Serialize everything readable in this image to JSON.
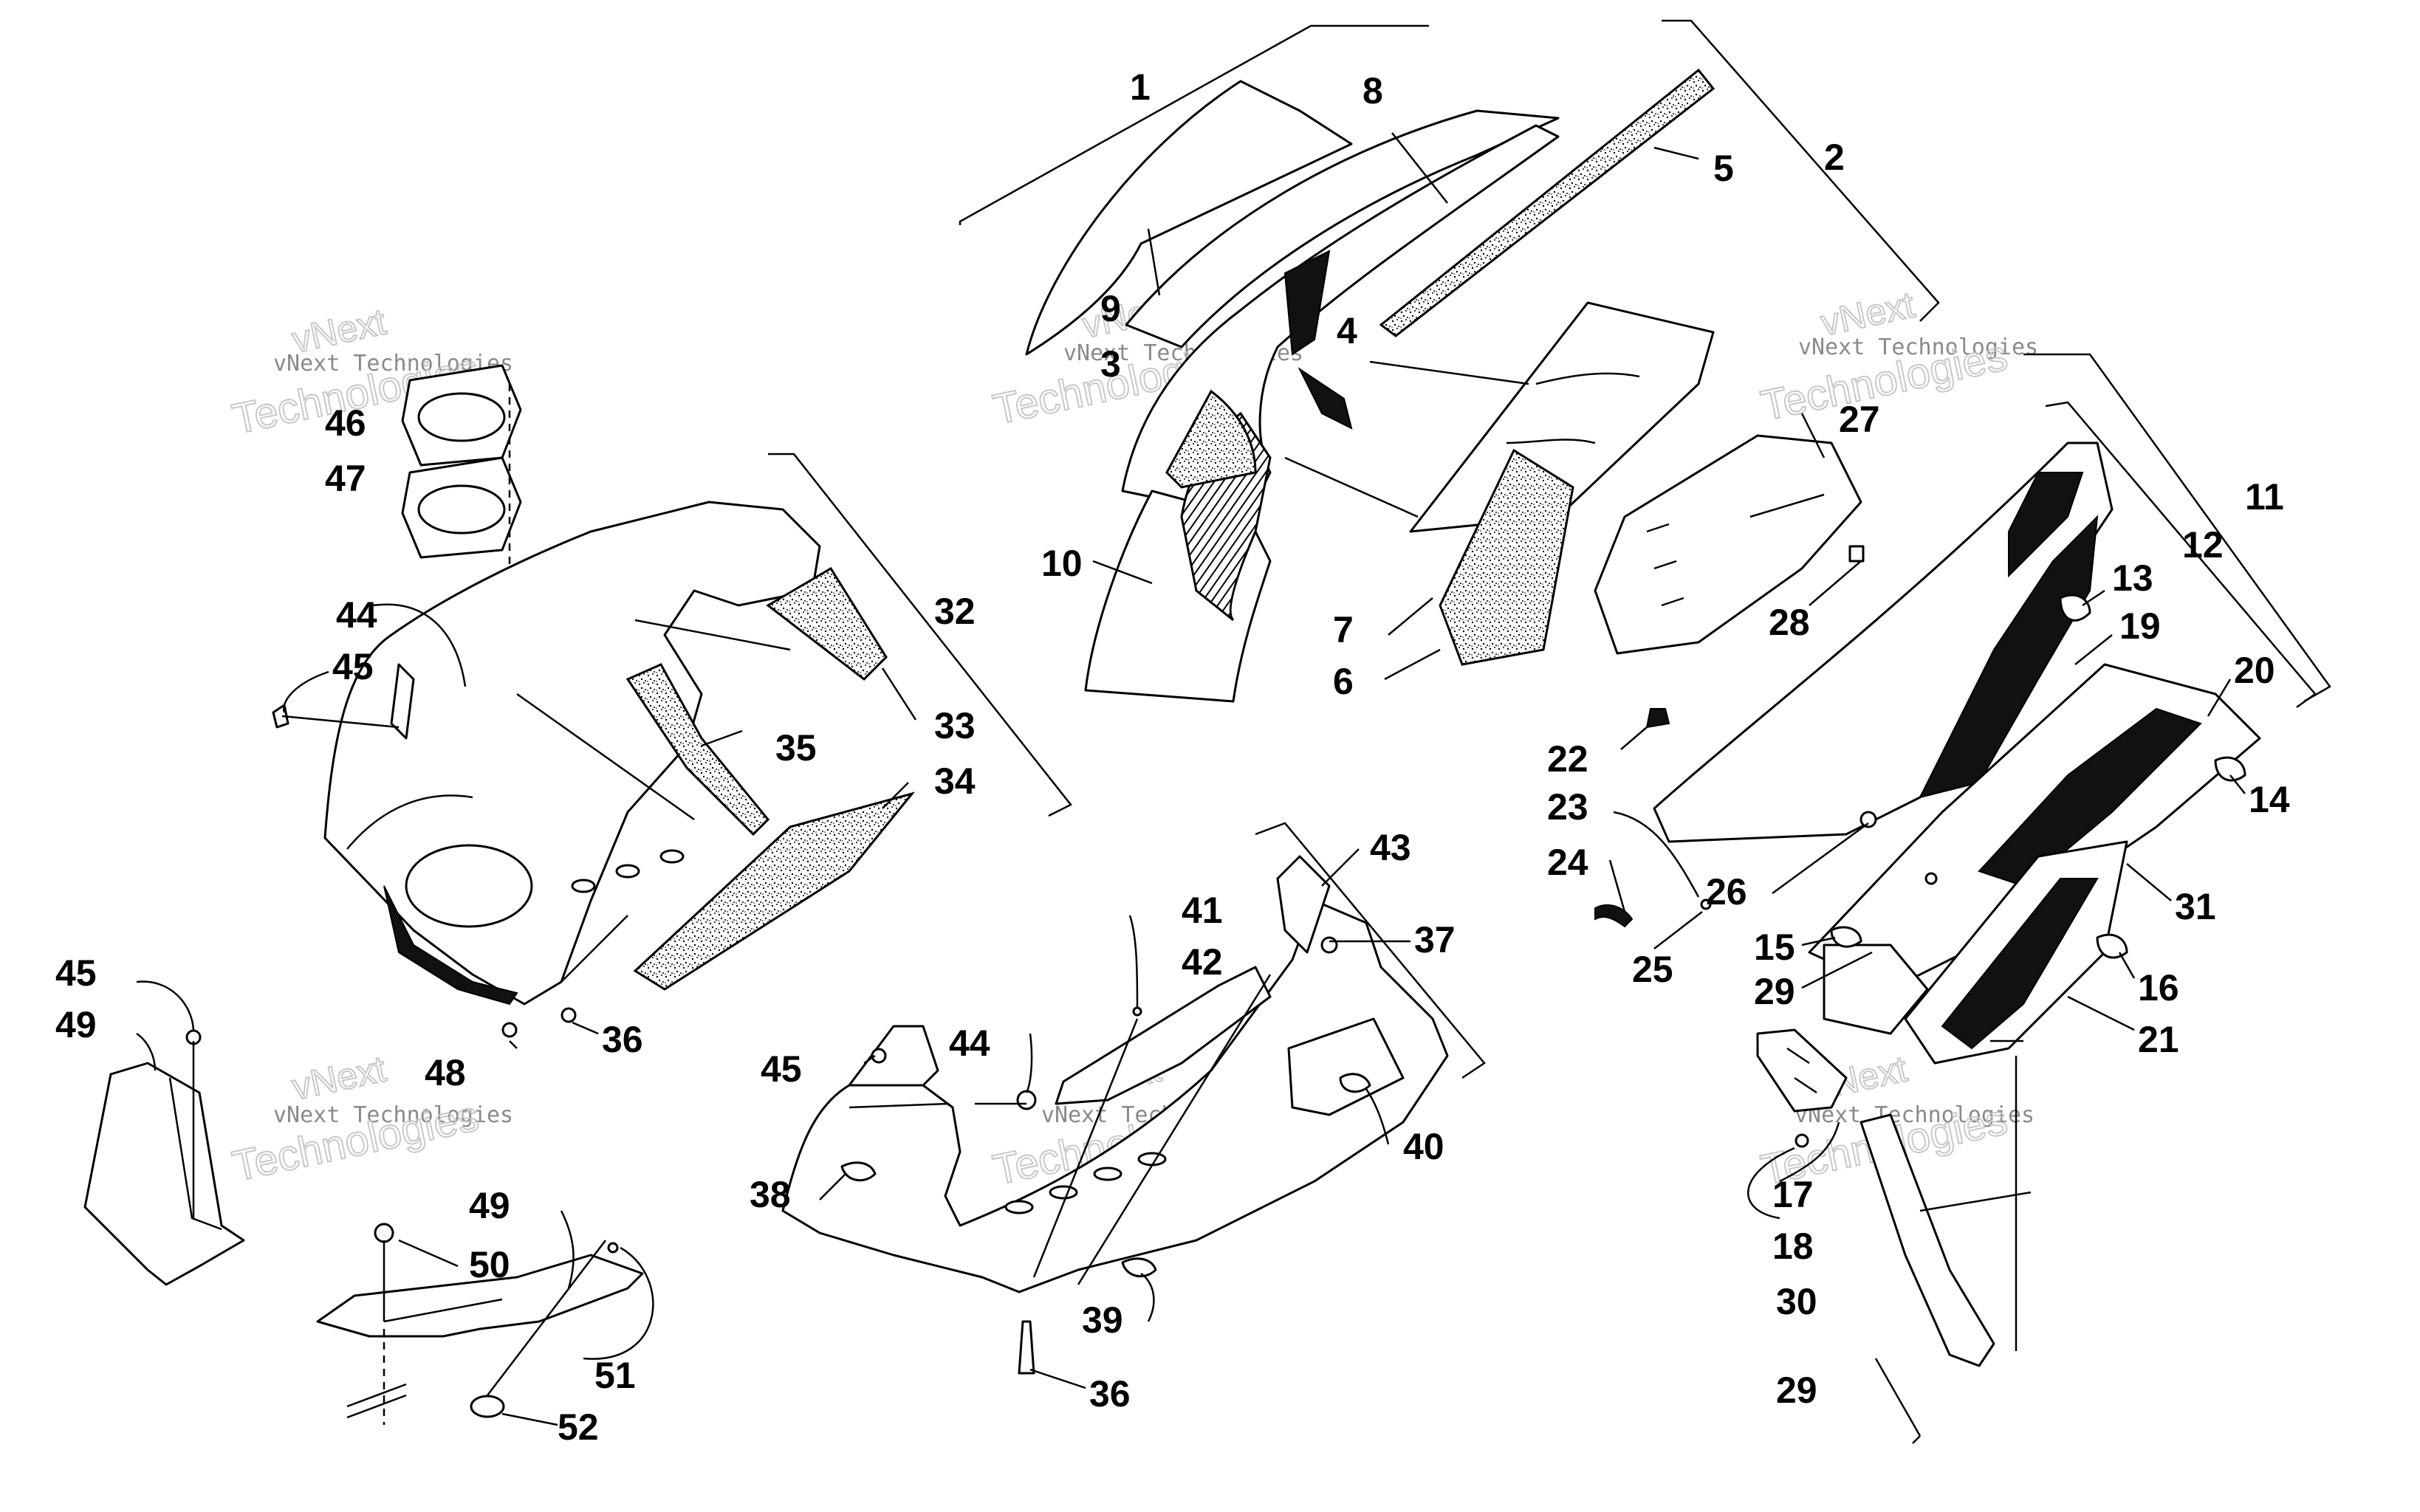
{
  "watermark": {
    "line1": "vNext Technologies",
    "line2": "Technologies",
    "line3": "vNext"
  },
  "callouts": [
    {
      "id": "1",
      "label": "1"
    },
    {
      "id": "2",
      "label": "2"
    },
    {
      "id": "3",
      "label": "3"
    },
    {
      "id": "4",
      "label": "4"
    },
    {
      "id": "5",
      "label": "5"
    },
    {
      "id": "6",
      "label": "6"
    },
    {
      "id": "7",
      "label": "7"
    },
    {
      "id": "8",
      "label": "8"
    },
    {
      "id": "9",
      "label": "9"
    },
    {
      "id": "10",
      "label": "10"
    },
    {
      "id": "11",
      "label": "11"
    },
    {
      "id": "12",
      "label": "12"
    },
    {
      "id": "13",
      "label": "13"
    },
    {
      "id": "14",
      "label": "14"
    },
    {
      "id": "15",
      "label": "15"
    },
    {
      "id": "16",
      "label": "16"
    },
    {
      "id": "17",
      "label": "17"
    },
    {
      "id": "18",
      "label": "18"
    },
    {
      "id": "19",
      "label": "19"
    },
    {
      "id": "20",
      "label": "20"
    },
    {
      "id": "21",
      "label": "21"
    },
    {
      "id": "22",
      "label": "22"
    },
    {
      "id": "23",
      "label": "23"
    },
    {
      "id": "24",
      "label": "24"
    },
    {
      "id": "25",
      "label": "25"
    },
    {
      "id": "26",
      "label": "26"
    },
    {
      "id": "27",
      "label": "27"
    },
    {
      "id": "28",
      "label": "28"
    },
    {
      "id": "29a",
      "label": "29"
    },
    {
      "id": "29b",
      "label": "29"
    },
    {
      "id": "30",
      "label": "30"
    },
    {
      "id": "31",
      "label": "31"
    },
    {
      "id": "32",
      "label": "32"
    },
    {
      "id": "33",
      "label": "33"
    },
    {
      "id": "34",
      "label": "34"
    },
    {
      "id": "35",
      "label": "35"
    },
    {
      "id": "36a",
      "label": "36"
    },
    {
      "id": "36b",
      "label": "36"
    },
    {
      "id": "37",
      "label": "37"
    },
    {
      "id": "38",
      "label": "38"
    },
    {
      "id": "39",
      "label": "39"
    },
    {
      "id": "40",
      "label": "40"
    },
    {
      "id": "41",
      "label": "41"
    },
    {
      "id": "42",
      "label": "42"
    },
    {
      "id": "43",
      "label": "43"
    },
    {
      "id": "44a",
      "label": "44"
    },
    {
      "id": "44b",
      "label": "44"
    },
    {
      "id": "45a",
      "label": "45"
    },
    {
      "id": "45b",
      "label": "45"
    },
    {
      "id": "45c",
      "label": "45"
    },
    {
      "id": "46",
      "label": "46"
    },
    {
      "id": "47",
      "label": "47"
    },
    {
      "id": "48",
      "label": "48"
    },
    {
      "id": "49a",
      "label": "49"
    },
    {
      "id": "49b",
      "label": "49"
    },
    {
      "id": "50",
      "label": "50"
    },
    {
      "id": "51",
      "label": "51"
    },
    {
      "id": "52",
      "label": "52"
    }
  ]
}
